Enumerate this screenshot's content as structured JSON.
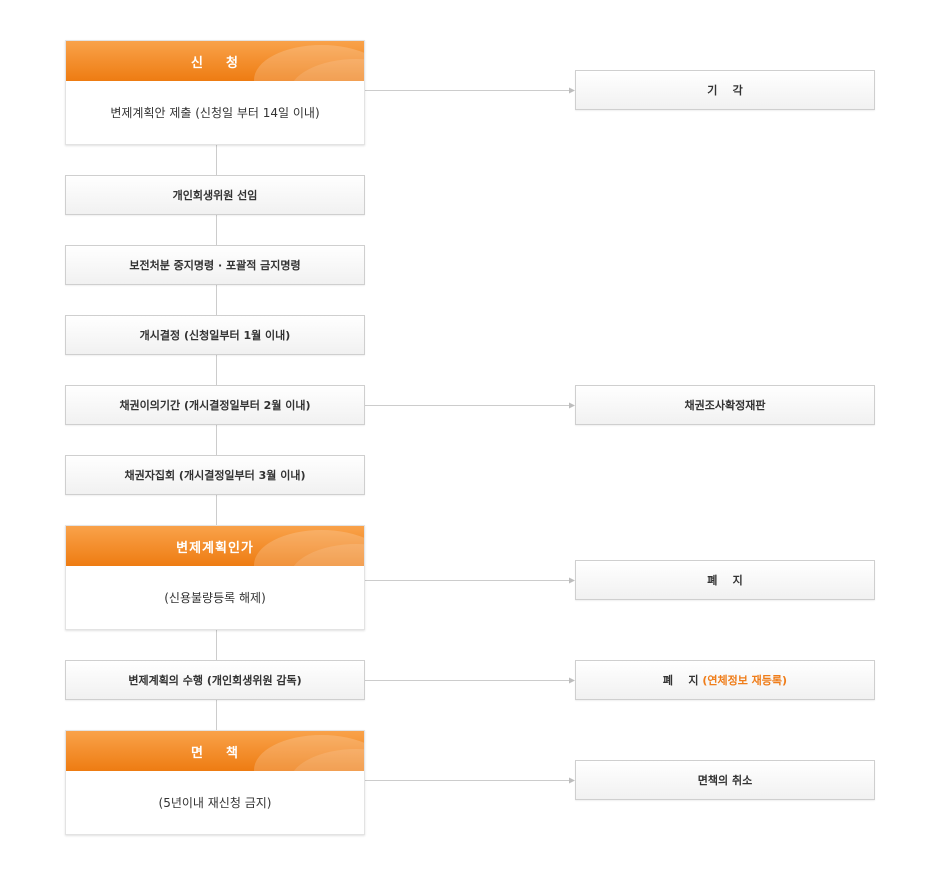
{
  "steps": {
    "apply": {
      "header": "신    청",
      "body": "변제계획안 제출 (신청일 부터 14일 이내)"
    },
    "appoint": "개인회생위원 선임",
    "preservation": "보전처분 중지명령 · 포괄적 금지명령",
    "commence": "개시결정 (신청일부터 1월 이내)",
    "objection": "채권이의기간 (개시결정일부터 2월 이내)",
    "creditors_meeting": "채권자집회 (개시결정일부터 3월 이내)",
    "approval": {
      "header": "변제계획인가",
      "body": "(신용불량등록 해제)"
    },
    "execution": "변제계획의 수행 (개인회생위원 감독)",
    "discharge": {
      "header": "면    책",
      "body": "(5년이내 재신청 금지)"
    }
  },
  "outcomes": {
    "dismissal": "기    각",
    "claim_trial": "채권조사확정재판",
    "abolition": "폐    지",
    "abolition_re": {
      "main": "폐    지",
      "note": "(연체정보 재등록)"
    },
    "discharge_cancel": "면책의 취소"
  },
  "colors": {
    "header_orange": "#ee7c12",
    "highlight": "#ef7d1a",
    "line": "#cccccc"
  }
}
